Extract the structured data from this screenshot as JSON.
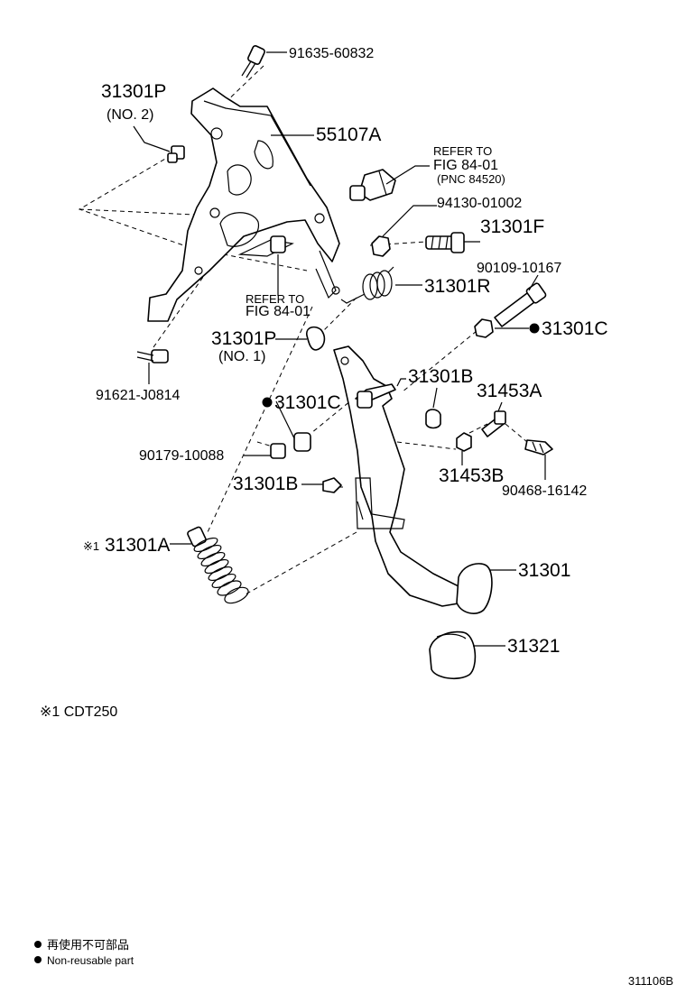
{
  "callouts": {
    "p91635": "91635-60832",
    "p31301p2": "31301P",
    "p31301p2_sub": "(NO. 2)",
    "p55107a": "55107A",
    "refer_top_1": "REFER TO",
    "refer_top_2": "FIG 84-01",
    "refer_top_3": "(PNC 84520)",
    "p94130": "94130-01002",
    "p31301f": "31301F",
    "p90109": "90109-10167",
    "p31301r": "31301R",
    "refer_mid_1": "REFER TO",
    "refer_mid_2": "FIG 84-01",
    "p31301c_right": "31301C",
    "p31301p1": "31301P",
    "p31301p1_sub": "(NO. 1)",
    "p91621": "91621-J0814",
    "p31301b_top": "31301B",
    "p31453a": "31453A",
    "p31301c_left": "31301C",
    "p90179": "90179-10088",
    "p31453b": "31453B",
    "p90468": "90468-16142",
    "p31301b_low": "31301B",
    "p31301a_mark": "※1",
    "p31301a": "31301A",
    "p31301": "31301",
    "p31321": "31321"
  },
  "footnote": "※1 CDT250",
  "legend": {
    "line_jp": "再使用不可部品",
    "line_en": "Non-reusable part"
  },
  "figure_id": "311106B"
}
